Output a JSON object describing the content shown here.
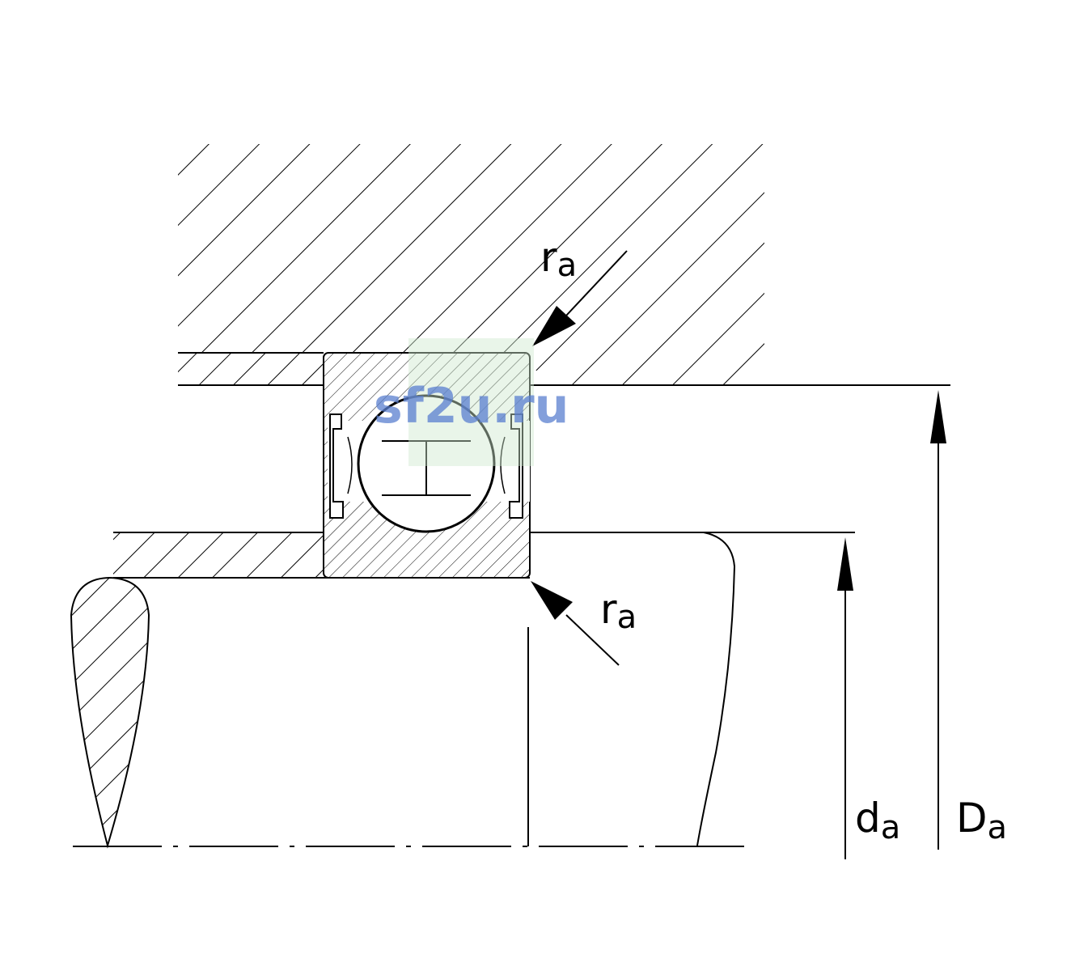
{
  "labels": {
    "ra_top": {
      "main": "r",
      "sub": "a"
    },
    "ra_bottom": {
      "main": "r",
      "sub": "a"
    },
    "da": {
      "main": "d",
      "sub": "a"
    },
    "Da": {
      "main": "D",
      "sub": "a"
    }
  },
  "watermark": {
    "text": "sf2u.ru"
  },
  "colors": {
    "line": "#000000",
    "watermark": "#5a7fd0",
    "watermark_bg": "#cfe8cf"
  }
}
